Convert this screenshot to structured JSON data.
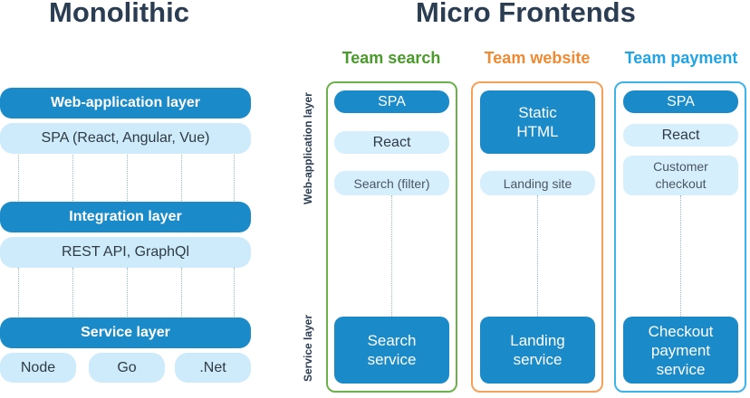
{
  "monolithic": {
    "title": "Monolithic",
    "layers": {
      "web_app": "Web-application layer",
      "spa": "SPA (React, Angular, Vue)",
      "integration": "Integration layer",
      "rest": "REST API, GraphQl",
      "service": "Service layer",
      "techs": [
        "Node",
        "Go",
        ".Net"
      ]
    }
  },
  "micro": {
    "title": "Micro Frontends",
    "axis_labels": {
      "web_app": "Web-application layer",
      "service": "Service layer"
    },
    "teams": [
      {
        "name": "Team search",
        "color": "#4a9a2c",
        "top": "SPA",
        "framework": "React",
        "feature": "Search (filter)",
        "service": "Search\nservice"
      },
      {
        "name": "Team website",
        "color": "#f08a32",
        "top": "Static\nHTML",
        "feature": "Landing site",
        "service": "Landing\nservice"
      },
      {
        "name": "Team payment",
        "color": "#22a4e4",
        "top": "SPA",
        "framework": "React",
        "feature": "Customer\ncheckout",
        "service": "Checkout\npayment\nservice"
      }
    ]
  },
  "colors": {
    "dark_blue": "#1a8ac8",
    "light_blue": "#cdebfb",
    "title_text": "#2b3d52"
  }
}
